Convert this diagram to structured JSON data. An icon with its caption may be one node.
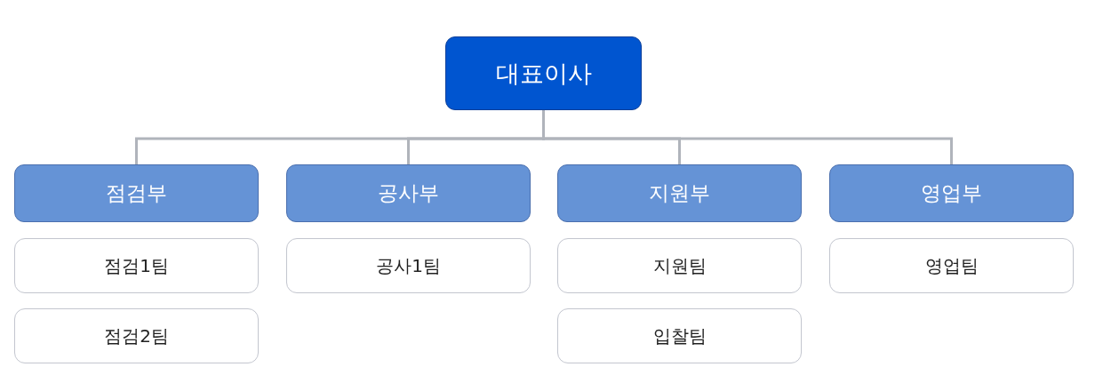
{
  "diagram": {
    "nodes": [
      {
        "text": [
          "대표이사"
        ]
      },
      {
        "text": [
          "점검부"
        ]
      },
      {
        "text": [
          "공사부"
        ]
      },
      {
        "text": [
          "지원부"
        ]
      },
      {
        "text": [
          "영업부"
        ]
      },
      {
        "text": [
          "점검1팀"
        ]
      },
      {
        "text": [
          "점검2팀"
        ]
      },
      {
        "text": [
          "공사1팀"
        ]
      },
      {
        "text": [
          "지원팀"
        ]
      },
      {
        "text": [
          "입찰팀"
        ]
      },
      {
        "text": [
          "영업팀"
        ]
      }
    ],
    "edges": [
      {
        "from": 0,
        "to": 1,
        "arrow": "none"
      },
      {
        "from": 0,
        "to": 2,
        "arrow": "none"
      },
      {
        "from": 0,
        "to": 3,
        "arrow": "none"
      },
      {
        "from": 0,
        "to": 4,
        "arrow": "none"
      }
    ]
  }
}
